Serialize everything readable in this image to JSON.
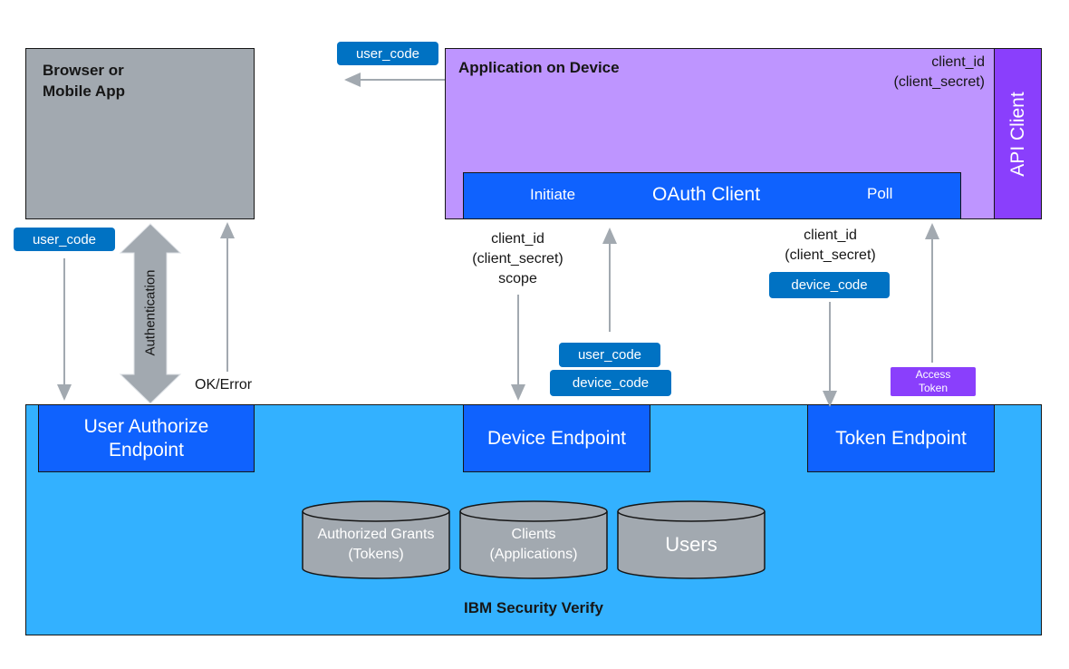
{
  "browser": {
    "title": "Browser or\nMobile App"
  },
  "app": {
    "title": "Application on Device",
    "credentials": "client_id\n(client_secret)",
    "api_client_label": "API Client",
    "oauth_client": {
      "initiate": "Initiate",
      "label": "OAuth Client",
      "poll": "Poll"
    }
  },
  "pills": {
    "top_user_code": "user_code",
    "left_user_code": "user_code",
    "mid_user_code": "user_code",
    "mid_device_code": "device_code",
    "right_device_code": "device_code",
    "access_token": "Access\nToken"
  },
  "labels": {
    "device_request": "client_id\n(client_secret)\nscope",
    "token_request": "client_id\n(client_secret)",
    "authentication": "Authentication",
    "ok_error": "OK/Error"
  },
  "verify": {
    "title": "IBM Security Verify",
    "endpoints": {
      "user_authorize": "User Authorize\nEndpoint",
      "device": "Device Endpoint",
      "token": "Token Endpoint"
    },
    "stores": {
      "grants": "Authorized Grants\n(Tokens)",
      "clients": "Clients\n(Applications)",
      "users": "Users"
    }
  },
  "colors": {
    "browser_gray": "#a2a9b0",
    "app_purple": "#be95ff",
    "api_client_purple": "#8a3ffc",
    "endpoint_blue": "#0f62fe",
    "verify_cyan": "#33b1ff",
    "pill_blue": "#0072c3",
    "arrow_gray": "#a2a9b0"
  }
}
